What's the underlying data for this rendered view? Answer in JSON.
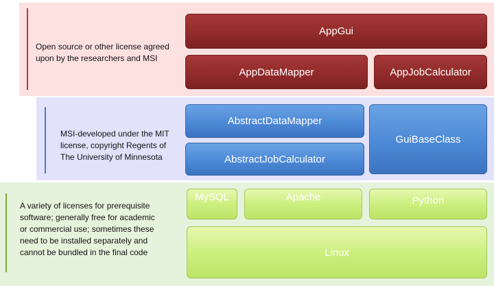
{
  "layers": {
    "red": {
      "description_lines": [
        "Open source or other license agreed",
        "upon by the researchers and MSI"
      ],
      "boxes": {
        "app_gui": "AppGui",
        "app_data_mapper": "AppDataMapper",
        "app_job_calculator": "AppJobCalculator"
      },
      "colors": {
        "band": "#fde1e1",
        "box": "#922b2b",
        "accent": "#b23a3a"
      }
    },
    "blue": {
      "description_lines": [
        "MSI-developed under the MIT",
        "license, copyright Regents of",
        "The University of Minnesota"
      ],
      "boxes": {
        "abstract_data_mapper": "AbstractDataMapper",
        "abstract_job_calculator": "AbstractJobCalculator",
        "gui_base_class": "GuiBaseClass"
      },
      "colors": {
        "band": "#e2e2fb",
        "box": "#4d89d6",
        "accent": "#4a7cc0"
      }
    },
    "green": {
      "description_lines": [
        "A variety of licenses for prerequisite",
        "software; generally free for academic",
        "or commercial use; sometimes these",
        "need to be installed separately and",
        "cannot be bundled in the final code"
      ],
      "boxes": {
        "mysql": "MySQL",
        "apache": "Apache",
        "python": "Python",
        "linux": "Linux"
      },
      "colors": {
        "band": "#e6f3dc",
        "box": "#cdef7f",
        "accent": "#7ea83a"
      }
    }
  }
}
